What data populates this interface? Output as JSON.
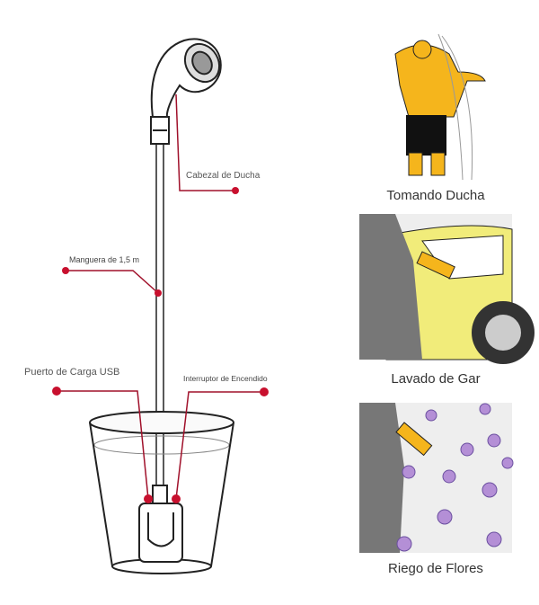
{
  "labels": {
    "shower_head": "Cabezal de Ducha",
    "hose": "Manguera de 1,5 m",
    "usb_port": "Puerto de Carga USB",
    "power_switch": "Interruptor de Encendido"
  },
  "uses": [
    {
      "caption": "Tomando Ducha"
    },
    {
      "caption": "Lavado de Gar"
    },
    {
      "caption": "Riego de Flores"
    }
  ],
  "colors": {
    "callout": "#c8102e",
    "skin": "#f5b51c",
    "car": "#f1ec7a",
    "flower": "#b48fd6"
  }
}
